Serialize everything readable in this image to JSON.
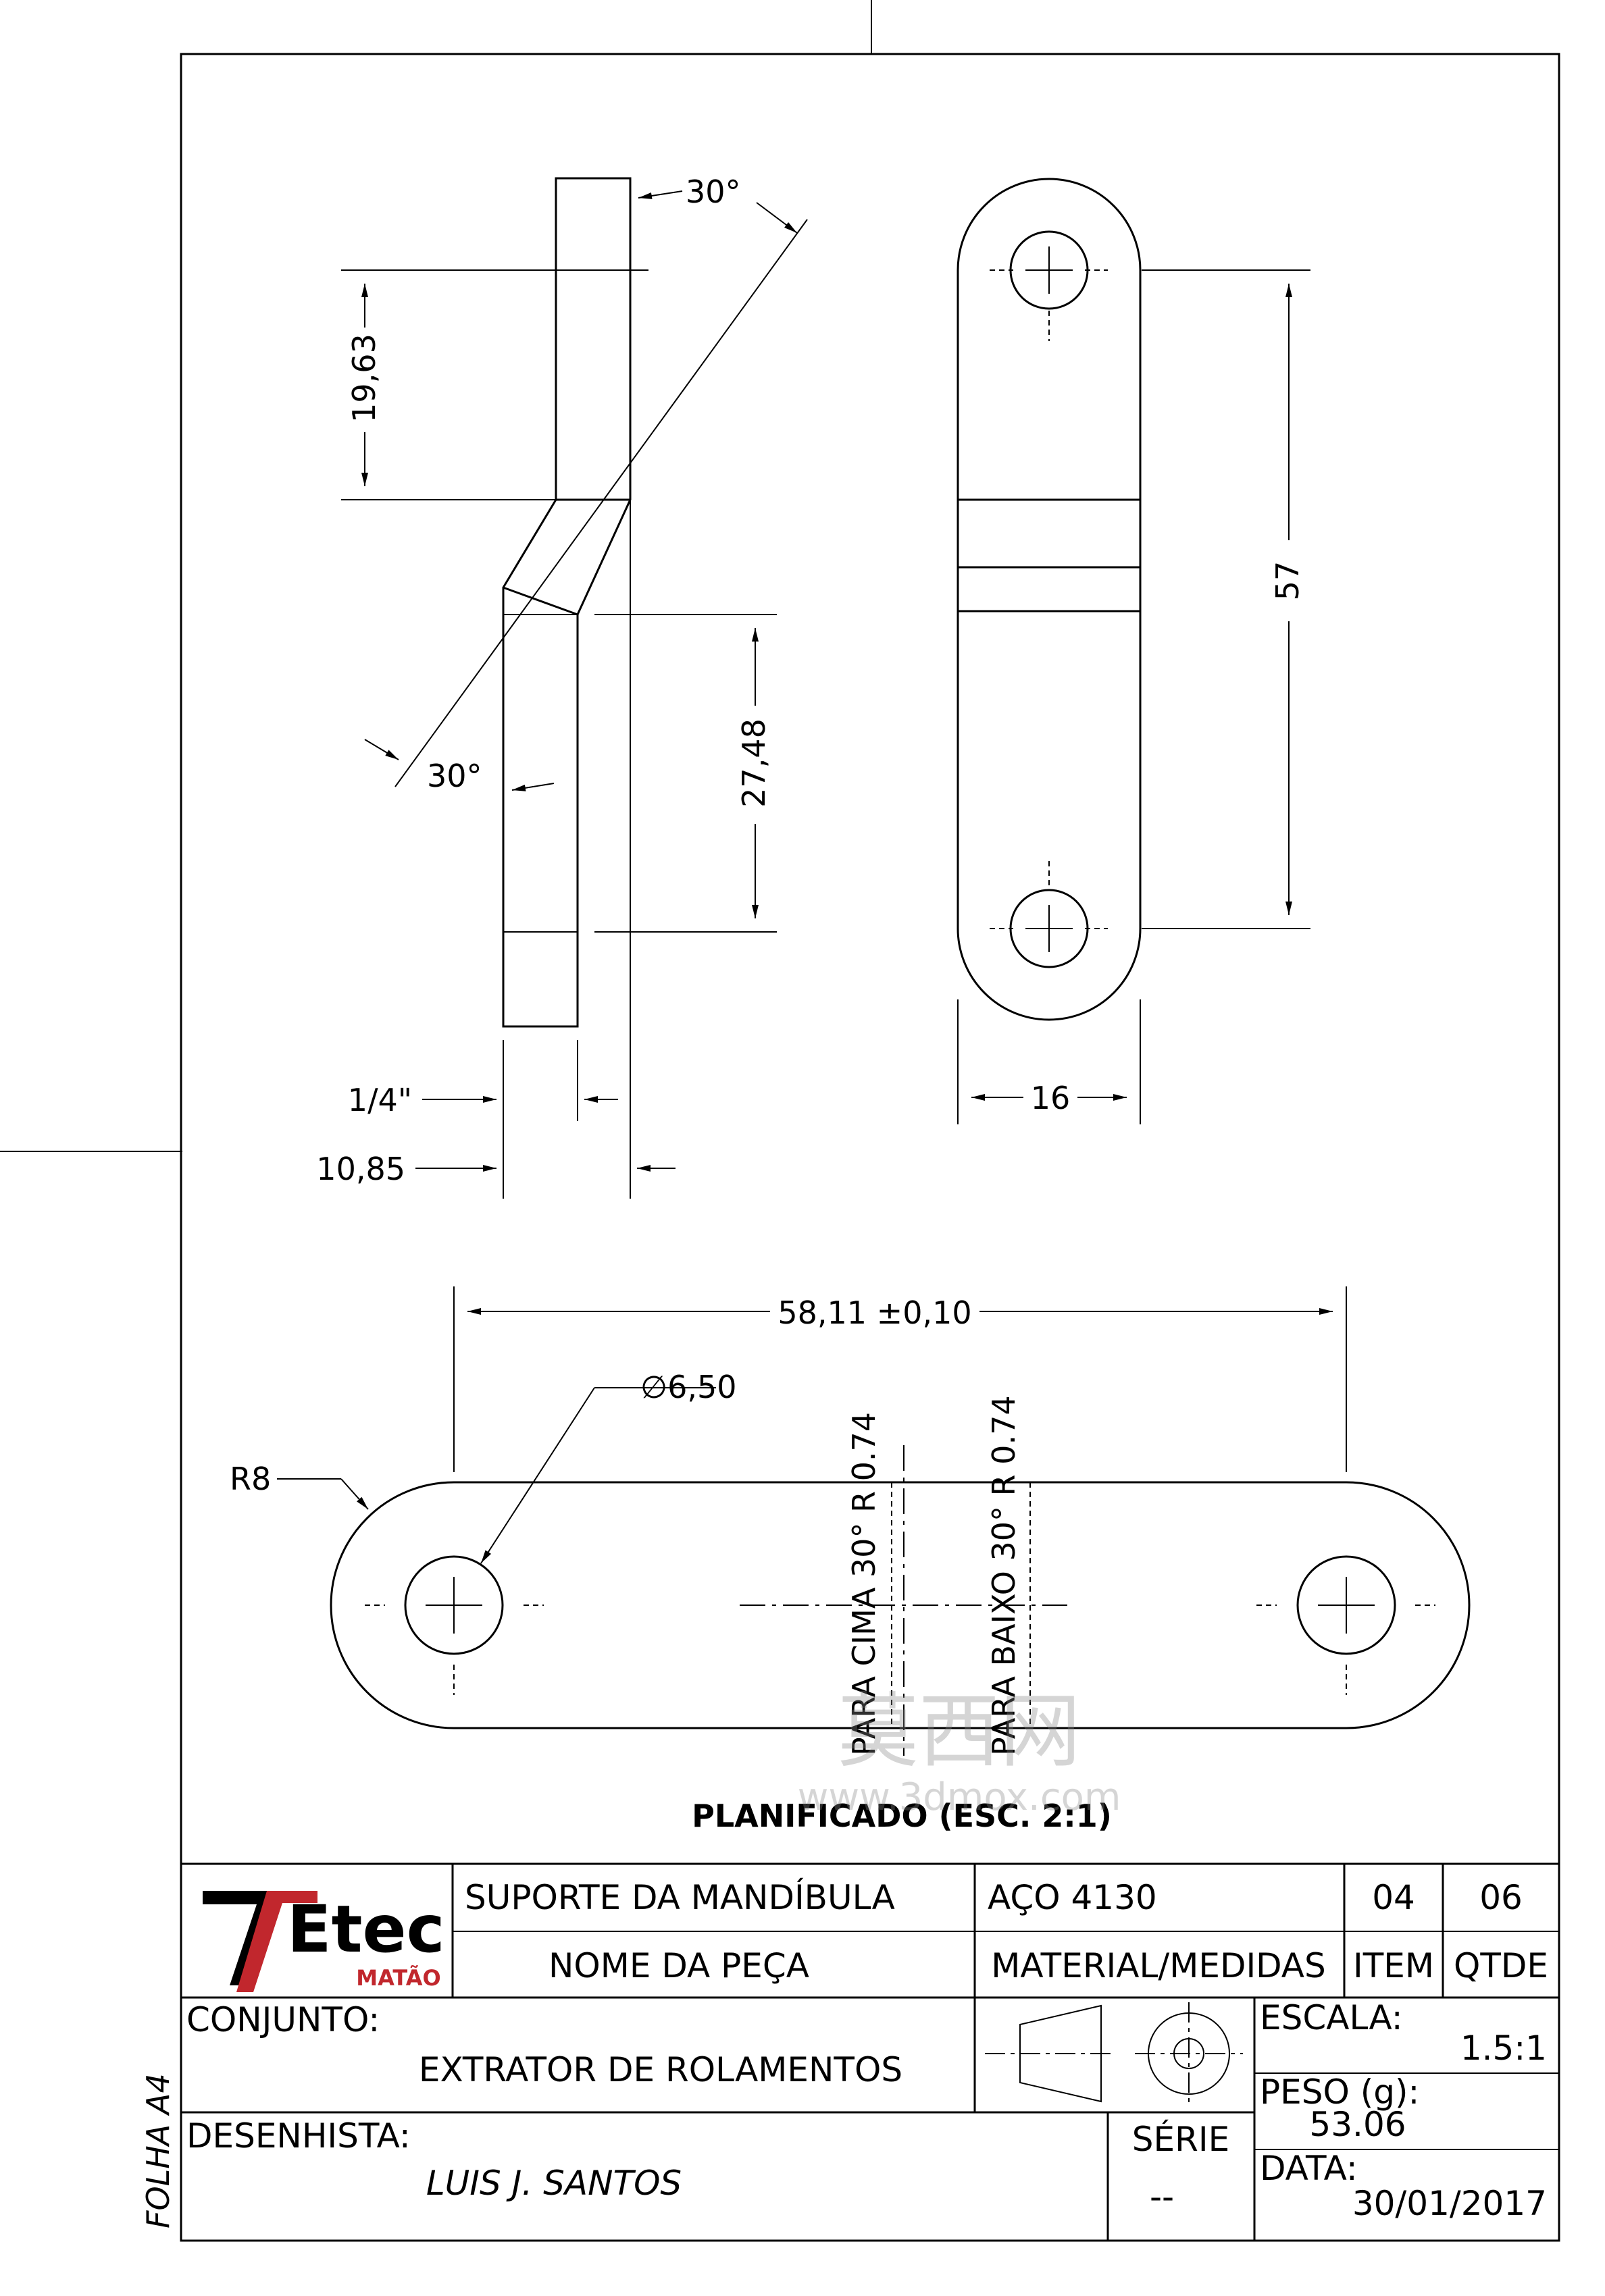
{
  "title_block": {
    "logo": {
      "brand": "Etec",
      "sub": "MATÃO",
      "accent_color": "#c1272d"
    },
    "part_name": "SUPORTE DA MANDÍBULA",
    "part_name_label": "NOME DA PEÇA",
    "material": "AÇO 4130",
    "material_label": "MATERIAL/MEDIDAS",
    "item": "04",
    "item_label": "ITEM",
    "qty": "06",
    "qty_label": "QTDE",
    "assembly_label": "CONJUNTO:",
    "assembly": "EXTRATOR DE ROLAMENTOS",
    "scale_label": "ESCALA:",
    "scale": "1.5:1",
    "weight_label": "PESO (g):",
    "weight": "53.06",
    "drafter_label": "DESENHISTA:",
    "drafter": "LUIS J. SANTOS",
    "series_label": "SÉRIE",
    "series": "--",
    "date_label": "DATA:",
    "date": "30/01/2017",
    "sheet_size": "FOLHA A4"
  },
  "side_view": {
    "angle_top": "30°",
    "angle_bottom": "30°",
    "dim_upper": "19,63",
    "dim_lower": "27,48",
    "thickness": "1/4\"",
    "offset": "10,85"
  },
  "front_view": {
    "length": "57",
    "width": "16"
  },
  "flat_view": {
    "caption": "PLANIFICADO (ESC. 2:1)",
    "length": "58,11 ±0,10",
    "hole": "∅6,50",
    "radius": "R8",
    "bend_up": "PARA CIMA  30°  R 0.74",
    "bend_down": "PARA BAIXO  30°  R 0.74"
  },
  "watermark": {
    "chars": "莫西网",
    "url": "www.3dmox.com"
  }
}
